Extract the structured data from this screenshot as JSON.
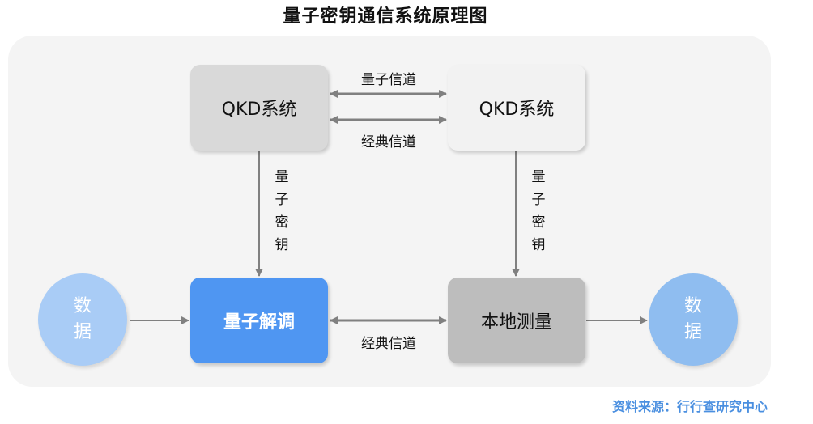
{
  "title": "量子密钥通信系统原理图",
  "nodes": {
    "qkd_left": "QKD系统",
    "qkd_right": "QKD系统",
    "demod": "量子解调",
    "measure": "本地测量",
    "data_left": [
      "数",
      "据"
    ],
    "data_right": [
      "数",
      "据"
    ]
  },
  "edges": {
    "quantum_channel": "量子信道",
    "classical_channel_top": "经典信道",
    "classical_channel_bottom": "经典信道",
    "key_left": [
      "量",
      "子",
      "密",
      "钥"
    ],
    "key_right": [
      "量",
      "子",
      "密",
      "钥"
    ]
  },
  "source": "资料来源：行行查研究中心",
  "colors": {
    "panel": "#f4f4f4",
    "qkd_left": "#d9d9d9",
    "qkd_right": "#f2f2f2",
    "demod": "#4f96f2",
    "measure": "#bdbdbd",
    "circle_left": "#a9ccf6",
    "circle_right": "#8fbdf0",
    "arrow": "#808080",
    "source": "#4a8fe0"
  }
}
